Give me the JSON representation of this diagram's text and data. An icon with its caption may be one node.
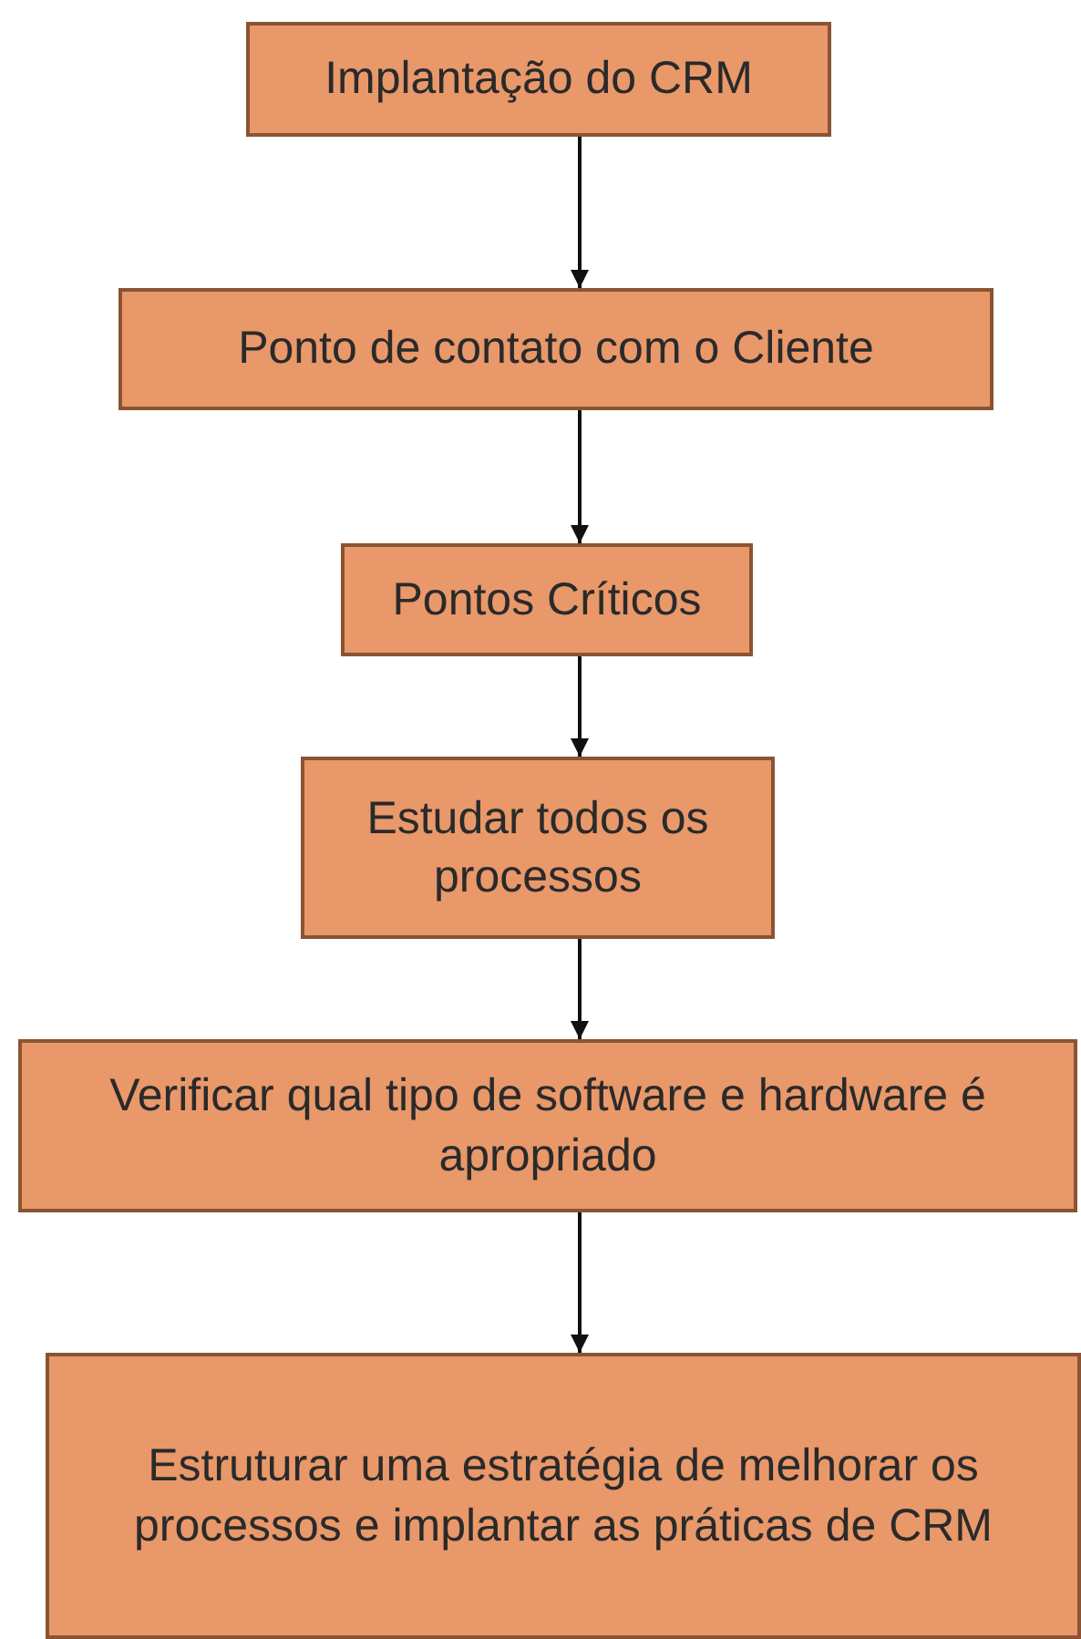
{
  "diagram": {
    "nodes": [
      {
        "text": [
          "Implantação do CRM"
        ]
      },
      {
        "text": [
          "Ponto de contato com o Cliente"
        ]
      },
      {
        "text": [
          "Pontos Críticos"
        ]
      },
      {
        "text": [
          "Estudar todos os processos"
        ]
      },
      {
        "text": [
          "Verificar qual tipo de software e hardware é apropriado"
        ]
      },
      {
        "text": [
          "Estruturar uma estratégia de melhorar os processos e implantar as práticas de CRM"
        ]
      }
    ],
    "edges": [
      {
        "from": 0,
        "to": 1,
        "arrow": "to"
      },
      {
        "from": 1,
        "to": 2,
        "arrow": "to"
      },
      {
        "from": 2,
        "to": 3,
        "arrow": "to"
      },
      {
        "from": 3,
        "to": 4,
        "arrow": "to"
      },
      {
        "from": 4,
        "to": 5,
        "arrow": "to"
      }
    ]
  }
}
